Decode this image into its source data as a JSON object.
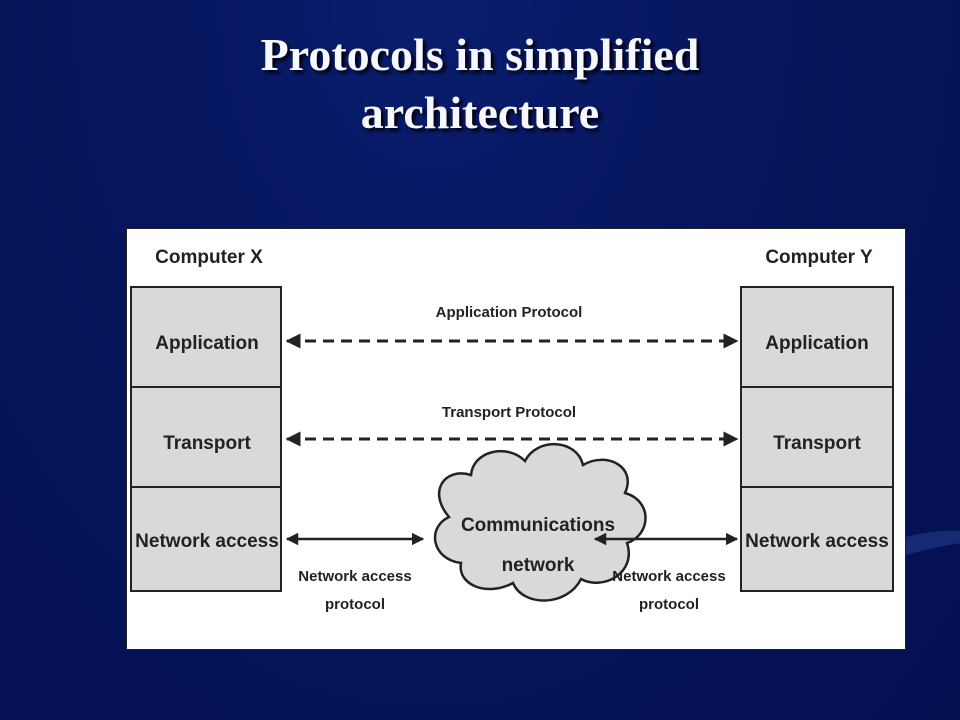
{
  "slide": {
    "title_line1": "Protocols in simplified",
    "title_line2": "architecture"
  },
  "diagram": {
    "computer_x": {
      "title": "Computer X",
      "layers": [
        "Application",
        "Transport",
        "Network access"
      ]
    },
    "computer_y": {
      "title": "Computer Y",
      "layers": [
        "Application",
        "Transport",
        "Network access"
      ]
    },
    "protocols": {
      "application": "Application Protocol",
      "transport": "Transport Protocol",
      "network_access_left": [
        "Network access",
        "protocol"
      ],
      "network_access_right": [
        "Network access",
        "protocol"
      ]
    },
    "cloud": [
      "Communications",
      "network"
    ]
  }
}
